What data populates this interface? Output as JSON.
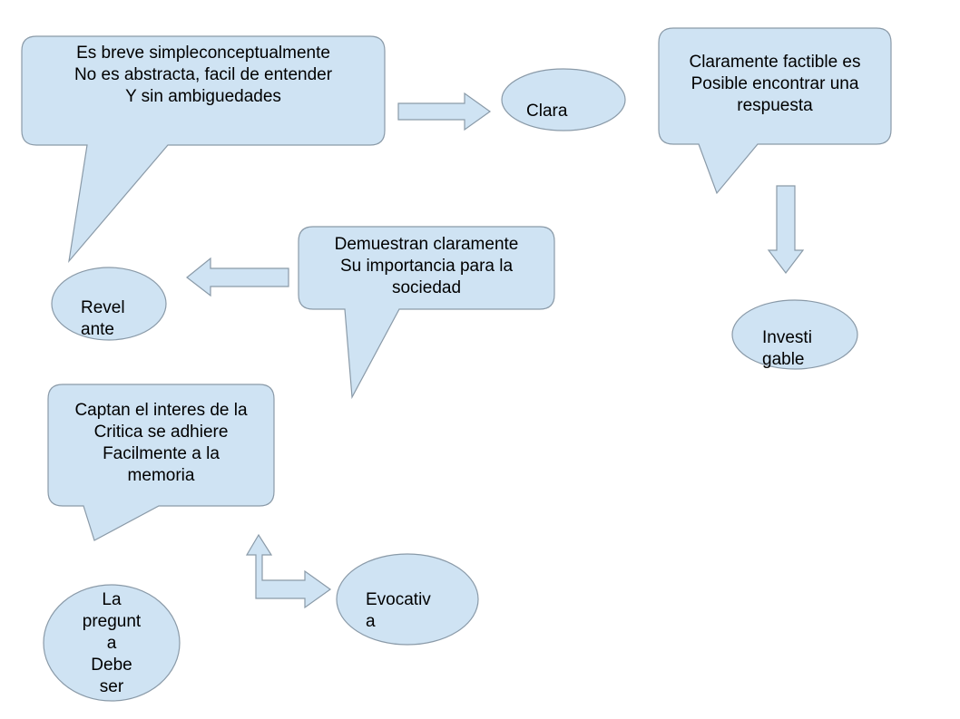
{
  "callouts": {
    "clara_desc": "Es breve simpleconceptualmente\nNo es abstracta, facil de entender\nY sin ambiguedades",
    "investigable_desc": "Claramente factible es\nPosible encontrar una\nrespuesta",
    "relevante_desc": "Demuestran claramente\nSu importancia para la\nsociedad",
    "evocativa_desc": "Captan el interes de la\nCritica se adhiere\nFacilmente a la\nmemoria"
  },
  "nodes": {
    "clara": "Clara",
    "investigable": "Investi\ngable",
    "relevante": "Revel\nante",
    "evocativa": "Evocativ\na",
    "pregunta": "La\npregunt\na\nDebe\nser"
  },
  "colors": {
    "fill": "#cfe3f3",
    "stroke": "#8a9aa8"
  }
}
